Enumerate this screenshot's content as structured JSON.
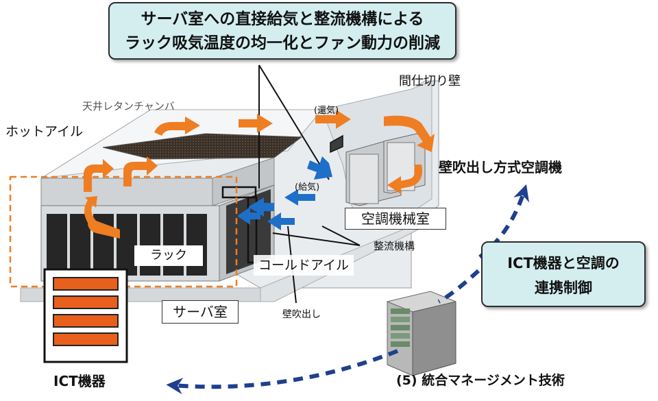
{
  "title": {
    "line1": "サーバ室への直接給気と整流機構による",
    "line2": "ラック吸気温度の均一化とファン動力の削減"
  },
  "labels": {
    "ceiling_chamber": "天井レタンチャンバ",
    "hot_aisle": "ホットアイル",
    "return_air": "(還気)",
    "supply_air": "(給気)",
    "partition_wall": "間仕切り壁",
    "wall_ac": "壁吹出し方式空調機",
    "machine_room": "空調機械室",
    "rack": "ラック",
    "rectifier": "整流機構",
    "cold_aisle": "コールドアイル",
    "server_room": "サーバ室",
    "wall_outlet": "壁吹出し",
    "ict_equipment": "ICT機器",
    "integrated_mgmt": "(5) 統合マネージメント技術"
  },
  "collab": {
    "line1": "ICT機器と空調の",
    "line2": "連携制御"
  },
  "icons": [
    "server-tower-icon",
    "ict-rack-icon"
  ],
  "colors": {
    "callout_bg": "#d4eef0",
    "hot_arrow": "#ef7d22",
    "cold_arrow": "#1e6fc8",
    "dash_arrow": "#1f3f8f",
    "orange_box": "#e8601c",
    "dashed_outline": "#ef7d22"
  }
}
